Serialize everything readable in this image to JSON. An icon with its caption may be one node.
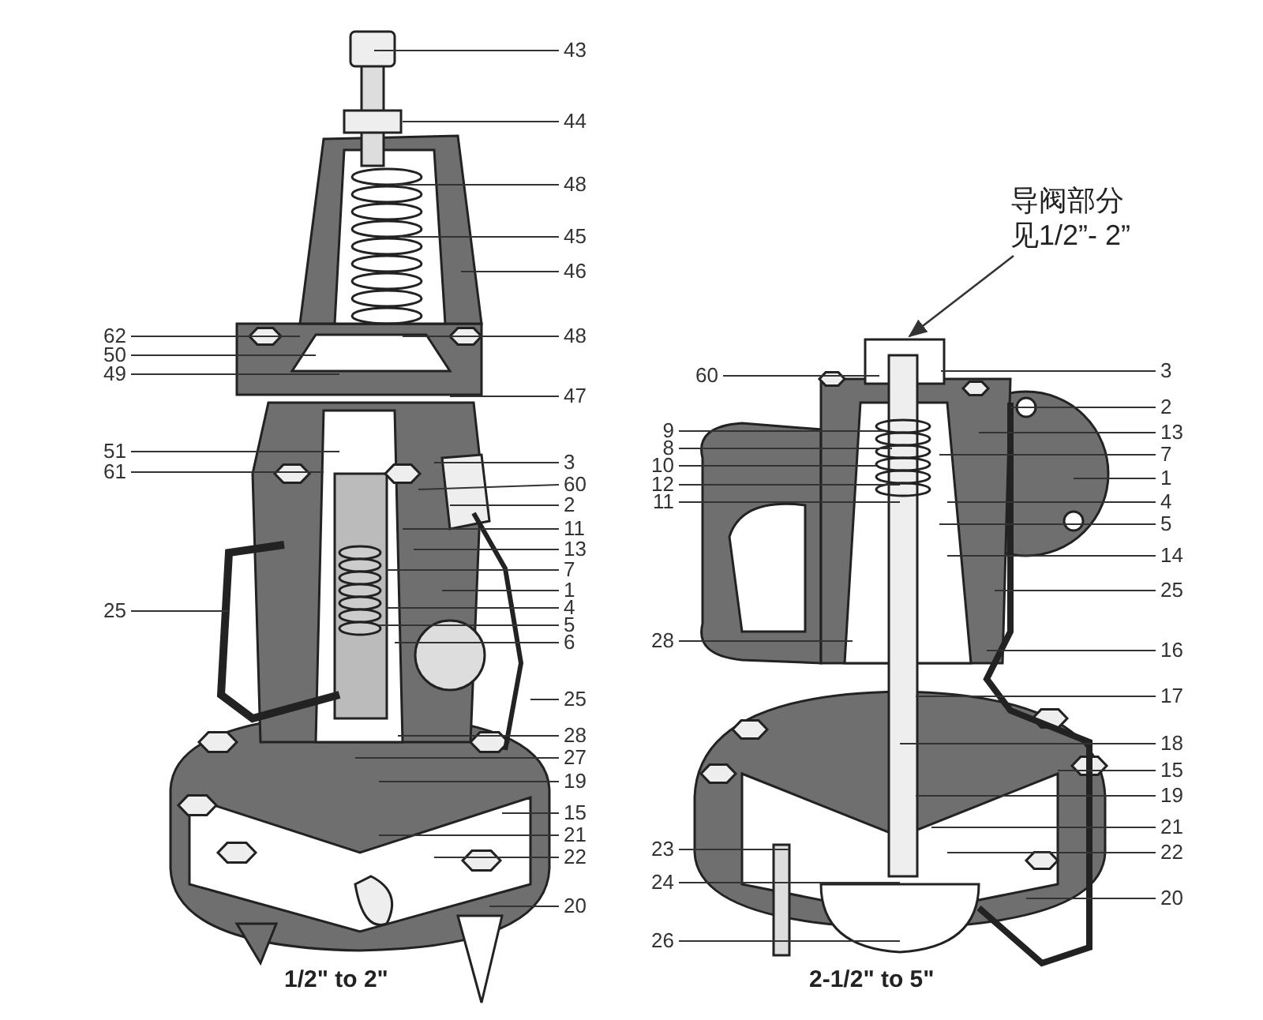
{
  "diagram": {
    "nodes": [
      {
        "text": [
          "43"
        ]
      },
      {
        "text": [
          "44"
        ]
      },
      {
        "text": [
          "48"
        ]
      },
      {
        "text": [
          "45"
        ]
      },
      {
        "text": [
          "46"
        ]
      },
      {
        "text": [
          "62"
        ]
      },
      {
        "text": [
          "48"
        ]
      },
      {
        "text": [
          "50"
        ]
      },
      {
        "text": [
          "49"
        ]
      },
      {
        "text": [
          "47"
        ]
      },
      {
        "text": [
          "51"
        ]
      },
      {
        "text": [
          "3"
        ]
      },
      {
        "text": [
          "61"
        ]
      },
      {
        "text": [
          "60"
        ]
      },
      {
        "text": [
          "2"
        ]
      },
      {
        "text": [
          "11"
        ]
      },
      {
        "text": [
          "13"
        ]
      },
      {
        "text": [
          "7"
        ]
      },
      {
        "text": [
          "1"
        ]
      },
      {
        "text": [
          "25"
        ]
      },
      {
        "text": [
          "4"
        ]
      },
      {
        "text": [
          "5"
        ]
      },
      {
        "text": [
          "6"
        ]
      },
      {
        "text": [
          "25"
        ]
      },
      {
        "text": [
          "28"
        ]
      },
      {
        "text": [
          "27"
        ]
      },
      {
        "text": [
          "19"
        ]
      },
      {
        "text": [
          "15"
        ]
      },
      {
        "text": [
          "21"
        ]
      },
      {
        "text": [
          "22"
        ]
      },
      {
        "text": [
          "20"
        ]
      },
      {
        "text": [
          "导阀部分见1/2”- 2”"
        ]
      },
      {
        "text": [
          "60"
        ]
      },
      {
        "text": [
          "3"
        ]
      },
      {
        "text": [
          "2"
        ]
      },
      {
        "text": [
          "9"
        ]
      },
      {
        "text": [
          "13"
        ]
      },
      {
        "text": [
          "8"
        ]
      },
      {
        "text": [
          "7"
        ]
      },
      {
        "text": [
          "10"
        ]
      },
      {
        "text": [
          "1"
        ]
      },
      {
        "text": [
          "12"
        ]
      },
      {
        "text": [
          "11"
        ]
      },
      {
        "text": [
          "4"
        ]
      },
      {
        "text": [
          "5"
        ]
      },
      {
        "text": [
          "14"
        ]
      },
      {
        "text": [
          "25"
        ]
      },
      {
        "text": [
          "28"
        ]
      },
      {
        "text": [
          "16"
        ]
      },
      {
        "text": [
          "17"
        ]
      },
      {
        "text": [
          "18"
        ]
      },
      {
        "text": [
          "15"
        ]
      },
      {
        "text": [
          "19"
        ]
      },
      {
        "text": [
          "21"
        ]
      },
      {
        "text": [
          "23"
        ]
      },
      {
        "text": [
          "22"
        ]
      },
      {
        "text": [
          "24"
        ]
      },
      {
        "text": [
          "20"
        ]
      },
      {
        "text": [
          "26"
        ]
      }
    ],
    "edges": [
      {
        "from": 0,
        "to": null,
        "arrow": "none"
      },
      {
        "from": 1,
        "to": null,
        "arrow": "none"
      },
      {
        "from": 2,
        "to": null,
        "arrow": "none"
      },
      {
        "from": 3,
        "to": null,
        "arrow": "none"
      },
      {
        "from": 4,
        "to": null,
        "arrow": "none"
      },
      {
        "from": 5,
        "to": null,
        "arrow": "none"
      },
      {
        "from": 6,
        "to": null,
        "arrow": "none"
      },
      {
        "from": 7,
        "to": null,
        "arrow": "none"
      },
      {
        "from": 8,
        "to": null,
        "arrow": "none"
      },
      {
        "from": 9,
        "to": null,
        "arrow": "none"
      },
      {
        "from": 10,
        "to": null,
        "arrow": "none"
      },
      {
        "from": 11,
        "to": null,
        "arrow": "none"
      },
      {
        "from": 12,
        "to": null,
        "arrow": "none"
      },
      {
        "from": 13,
        "to": null,
        "arrow": "none"
      },
      {
        "from": 14,
        "to": null,
        "arrow": "none"
      },
      {
        "from": 15,
        "to": null,
        "arrow": "none"
      },
      {
        "from": 16,
        "to": null,
        "arrow": "none"
      },
      {
        "from": 17,
        "to": null,
        "arrow": "none"
      },
      {
        "from": 18,
        "to": null,
        "arrow": "none"
      },
      {
        "from": 19,
        "to": null,
        "arrow": "none"
      },
      {
        "from": 20,
        "to": null,
        "arrow": "none"
      },
      {
        "from": 21,
        "to": null,
        "arrow": "none"
      },
      {
        "from": 22,
        "to": null,
        "arrow": "none"
      },
      {
        "from": 23,
        "to": null,
        "arrow": "none"
      },
      {
        "from": 24,
        "to": null,
        "arrow": "none"
      },
      {
        "from": 25,
        "to": null,
        "arrow": "none"
      },
      {
        "from": 26,
        "to": null,
        "arrow": "none"
      },
      {
        "from": 27,
        "to": null,
        "arrow": "none"
      },
      {
        "from": 28,
        "to": null,
        "arrow": "none"
      },
      {
        "from": 29,
        "to": null,
        "arrow": "none"
      },
      {
        "from": 30,
        "to": null,
        "arrow": "none"
      },
      {
        "from": 31,
        "to": null,
        "arrow": "to"
      },
      {
        "from": 32,
        "to": null,
        "arrow": "none"
      },
      {
        "from": 33,
        "to": null,
        "arrow": "none"
      },
      {
        "from": 34,
        "to": null,
        "arrow": "none"
      },
      {
        "from": 35,
        "to": null,
        "arrow": "none"
      },
      {
        "from": 36,
        "to": null,
        "arrow": "none"
      },
      {
        "from": 37,
        "to": null,
        "arrow": "none"
      },
      {
        "from": 38,
        "to": null,
        "arrow": "none"
      },
      {
        "from": 39,
        "to": null,
        "arrow": "none"
      },
      {
        "from": 40,
        "to": null,
        "arrow": "none"
      },
      {
        "from": 41,
        "to": null,
        "arrow": "none"
      },
      {
        "from": 42,
        "to": null,
        "arrow": "none"
      },
      {
        "from": 43,
        "to": null,
        "arrow": "none"
      },
      {
        "from": 44,
        "to": null,
        "arrow": "none"
      },
      {
        "from": 45,
        "to": null,
        "arrow": "none"
      },
      {
        "from": 46,
        "to": null,
        "arrow": "none"
      },
      {
        "from": 47,
        "to": null,
        "arrow": "none"
      },
      {
        "from": 48,
        "to": null,
        "arrow": "none"
      },
      {
        "from": 49,
        "to": null,
        "arrow": "none"
      },
      {
        "from": 50,
        "to": null,
        "arrow": "none"
      },
      {
        "from": 51,
        "to": null,
        "arrow": "none"
      },
      {
        "from": 52,
        "to": null,
        "arrow": "none"
      },
      {
        "from": 53,
        "to": null,
        "arrow": "none"
      },
      {
        "from": 54,
        "to": null,
        "arrow": "none"
      },
      {
        "from": 55,
        "to": null,
        "arrow": "none"
      },
      {
        "from": 56,
        "to": null,
        "arrow": "none"
      },
      {
        "from": 57,
        "to": null,
        "arrow": "none"
      },
      {
        "from": 58,
        "to": null,
        "arrow": "none"
      }
    ],
    "labels": [
      "1/2\" to 2\"",
      "2-1/2\" to 5\""
    ]
  }
}
